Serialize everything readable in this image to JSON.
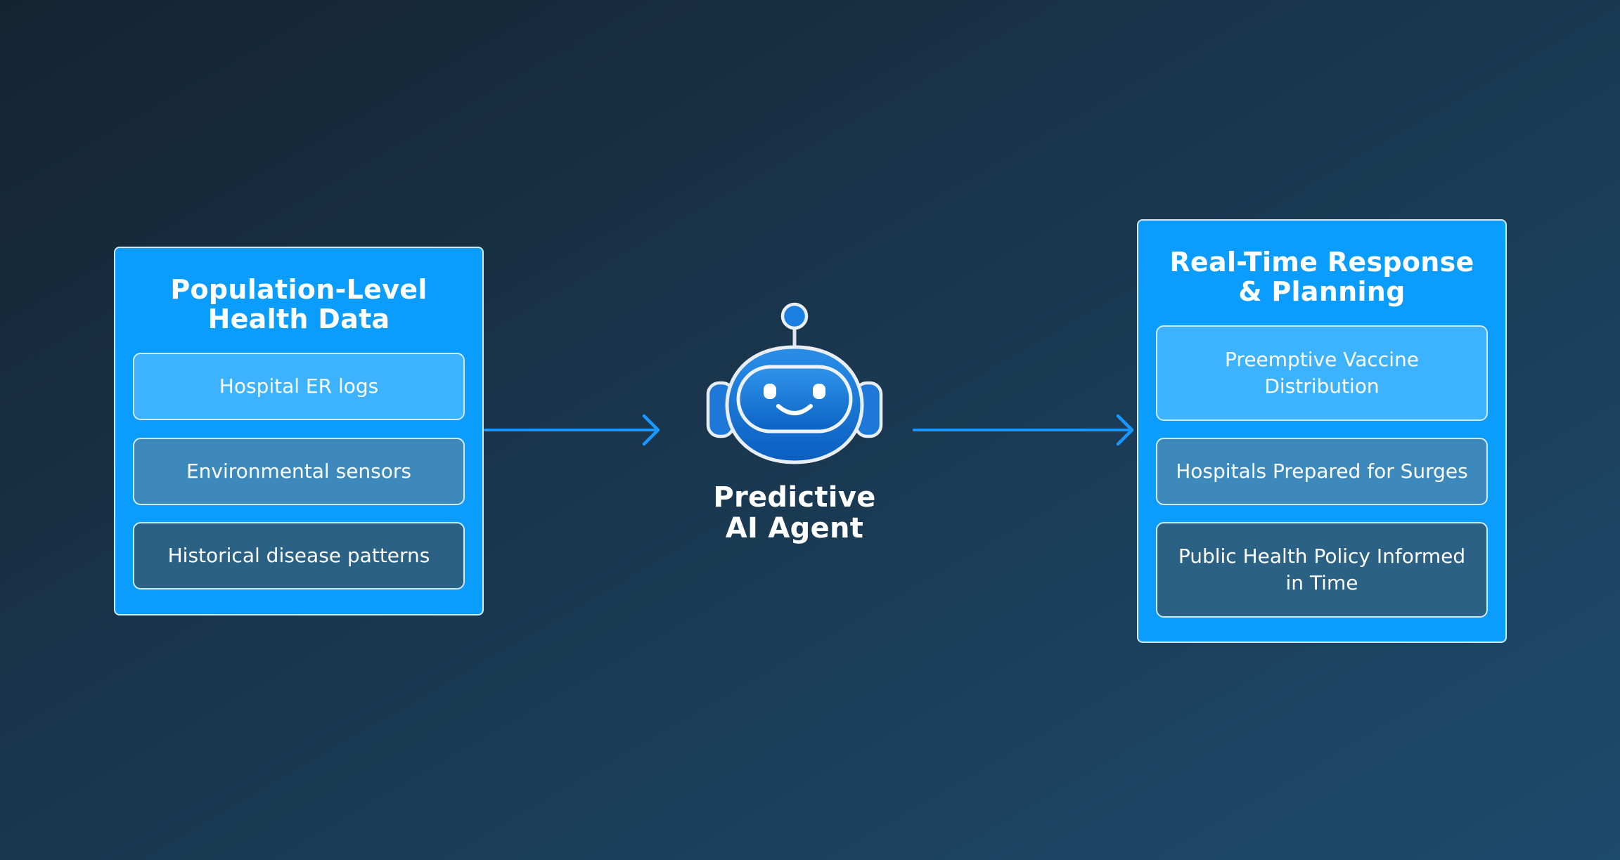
{
  "input_panel": {
    "title_line1": "Population-Level",
    "title_line2": "Health Data",
    "items": [
      {
        "label": "Hospital ER logs"
      },
      {
        "label": "Environmental sensors"
      },
      {
        "label": "Historical disease patterns"
      }
    ]
  },
  "agent": {
    "label_line1": "Predictive",
    "label_line2": "AI Agent",
    "icon": "robot-icon"
  },
  "output_panel": {
    "title_line1": "Real-Time Response",
    "title_line2": "& Planning",
    "items": [
      {
        "line1": "Preemptive Vaccine",
        "line2": "Distribution"
      },
      {
        "line1": "Hospitals Prepared for Surges",
        "line2": ""
      },
      {
        "line1": "Public Health Policy Informed",
        "line2": "in Time"
      }
    ]
  },
  "colors": {
    "panel": "#0a9dfe",
    "card_light": "#3db3ff",
    "card_mid": "#3d89bb",
    "card_dark": "#2a6184",
    "connector": "#1a96ff",
    "background_start": "#142332",
    "background_end": "#1d4b6c"
  }
}
